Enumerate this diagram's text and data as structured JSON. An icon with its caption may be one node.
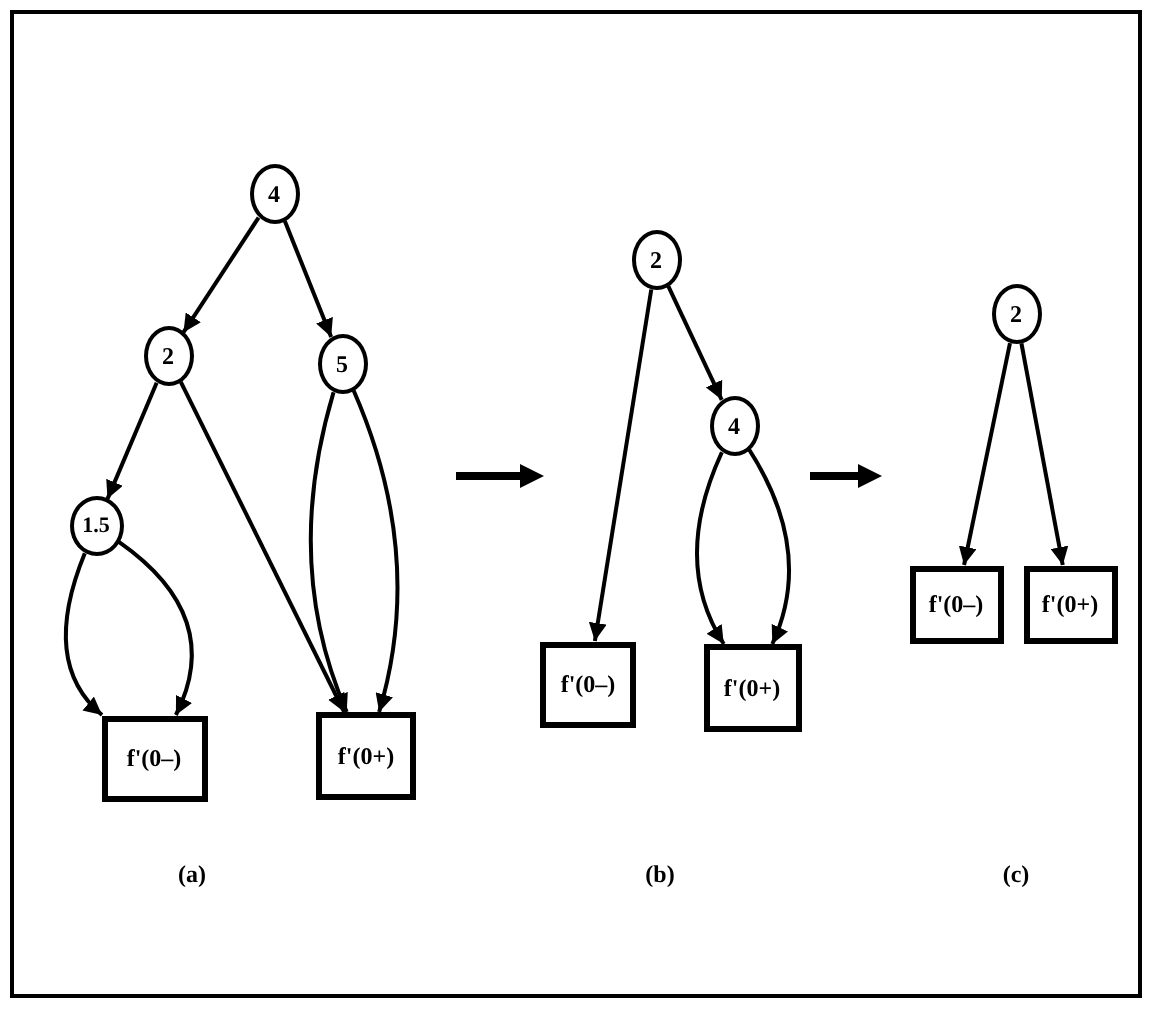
{
  "diagram": {
    "nodes": [
      {
        "text": [
          "4"
        ]
      },
      {
        "text": [
          "2"
        ]
      },
      {
        "text": [
          "5"
        ]
      },
      {
        "text": [
          "1.5"
        ]
      },
      {
        "text": [
          "f'(0–)"
        ]
      },
      {
        "text": [
          "f'(0+)"
        ]
      },
      {
        "text": [],
        "shape": "arrow"
      },
      {
        "text": [
          "2"
        ]
      },
      {
        "text": [
          "4"
        ]
      },
      {
        "text": [
          "f'(0–)"
        ]
      },
      {
        "text": [
          "f'(0+)"
        ]
      },
      {
        "text": [],
        "shape": "arrow"
      },
      {
        "text": [
          "2"
        ]
      },
      {
        "text": [
          "f'(0–)"
        ]
      },
      {
        "text": [
          "f'(0+)"
        ]
      }
    ],
    "edges": [
      {
        "from": 0,
        "to": 1,
        "arrow": "to"
      },
      {
        "from": 0,
        "to": 2,
        "arrow": "to"
      },
      {
        "from": 1,
        "to": 3,
        "arrow": "to"
      },
      {
        "from": 1,
        "to": 5,
        "arrow": "to"
      },
      {
        "from": 2,
        "to": 5,
        "arrow": "to"
      },
      {
        "from": 2,
        "to": 5,
        "arrow": "to"
      },
      {
        "from": 3,
        "to": 4,
        "arrow": "to"
      },
      {
        "from": 3,
        "to": 4,
        "arrow": "to"
      },
      {
        "from": 7,
        "to": 9,
        "arrow": "to"
      },
      {
        "from": 7,
        "to": 8,
        "arrow": "to"
      },
      {
        "from": 8,
        "to": 10,
        "arrow": "to"
      },
      {
        "from": 8,
        "to": 10,
        "arrow": "to"
      },
      {
        "from": 12,
        "to": 13,
        "arrow": "to"
      },
      {
        "from": 12,
        "to": 14,
        "arrow": "to"
      }
    ],
    "labels": [
      "(a)",
      "(b)",
      "(c)"
    ]
  }
}
